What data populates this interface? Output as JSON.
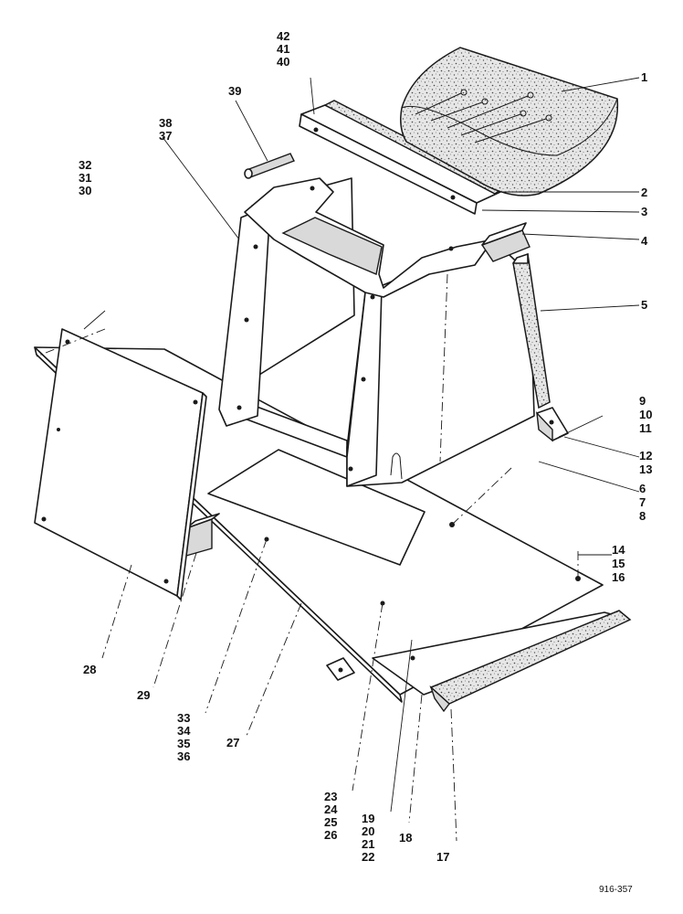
{
  "figure": {
    "reference": "916-357",
    "parts": [
      {
        "id": "seat-cushion",
        "lines": [
          "1"
        ]
      },
      {
        "id": "backrest-pad",
        "lines": [
          "2"
        ]
      },
      {
        "id": "backrest-plate",
        "lines": [
          "3"
        ]
      },
      {
        "id": "corner-block",
        "lines": [
          "4"
        ]
      },
      {
        "id": "side-strip",
        "lines": [
          "5"
        ]
      },
      {
        "id": "mount-bracket-a",
        "lines": [
          "9",
          "10",
          "11"
        ]
      },
      {
        "id": "mount-bracket-b",
        "lines": [
          "12",
          "13"
        ]
      },
      {
        "id": "base-plate-fasteners",
        "lines": [
          "6",
          "7",
          "8"
        ]
      },
      {
        "id": "base-corner-fasteners",
        "lines": [
          "14",
          "15",
          "16"
        ]
      },
      {
        "id": "front-seal",
        "lines": [
          "17"
        ]
      },
      {
        "id": "front-plate",
        "lines": [
          "18"
        ]
      },
      {
        "id": "floor-plate-fasteners",
        "lines": [
          "19",
          "20",
          "21",
          "22"
        ]
      },
      {
        "id": "floor-centre-fasteners",
        "lines": [
          "23",
          "24",
          "25",
          "26"
        ]
      },
      {
        "id": "base-rail",
        "lines": [
          "27"
        ]
      },
      {
        "id": "side-panel",
        "lines": [
          "28"
        ]
      },
      {
        "id": "spacer-block",
        "lines": [
          "29"
        ]
      },
      {
        "id": "floor-mat",
        "lines": [
          "33",
          "34",
          "35",
          "36"
        ]
      },
      {
        "id": "side-panel-fasteners",
        "lines": [
          "32",
          "31",
          "30"
        ]
      },
      {
        "id": "seat-frame",
        "lines": [
          "38",
          "37"
        ]
      },
      {
        "id": "hinge-pin",
        "lines": [
          "39"
        ]
      },
      {
        "id": "backrest-fasteners",
        "lines": [
          "42",
          "41",
          "40"
        ]
      }
    ]
  }
}
